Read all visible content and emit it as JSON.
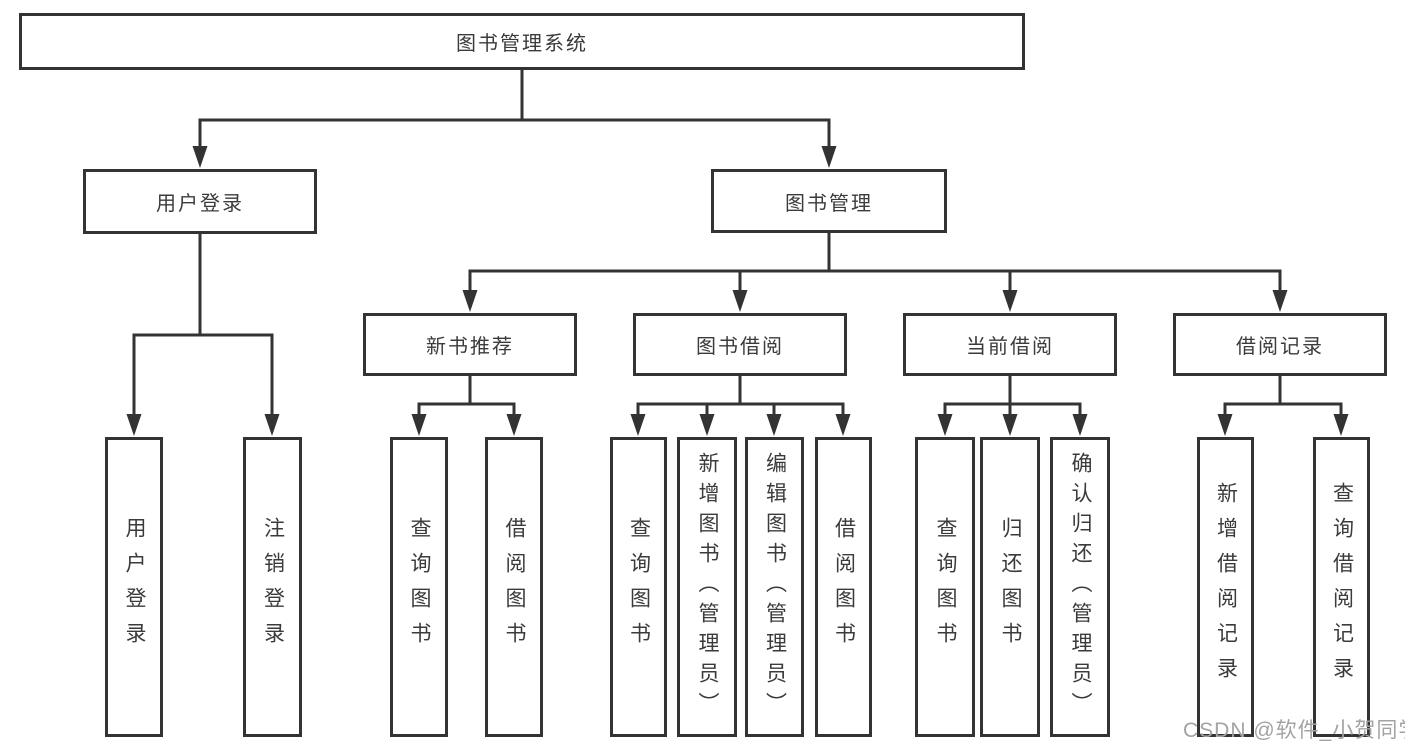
{
  "diagram": {
    "root": {
      "label": "图书管理系统"
    },
    "level2": {
      "userLogin": {
        "label": "用户登录"
      },
      "bookMgmt": {
        "label": "图书管理"
      }
    },
    "level3": {
      "newBookRec": {
        "label": "新书推荐"
      },
      "bookBorrow": {
        "label": "图书借阅"
      },
      "currentBorrow": {
        "label": "当前借阅"
      },
      "borrowRecord": {
        "label": "借阅记录"
      }
    },
    "leaves": {
      "userLogin": {
        "label": "用户登录"
      },
      "logout": {
        "label": "注销登录"
      },
      "recQuery": {
        "label": "查询图书"
      },
      "recBorrow": {
        "label": "借阅图书"
      },
      "borQuery": {
        "label": "查询图书"
      },
      "borAdd": {
        "label": "新增图书（管理员）"
      },
      "borEdit": {
        "label": "编辑图书（管理员）"
      },
      "borBorrow": {
        "label": "借阅图书"
      },
      "curQuery": {
        "label": "查询图书"
      },
      "curReturn": {
        "label": "归还图书"
      },
      "curConfirm": {
        "label": "确认归还（管理员）"
      },
      "recordAdd": {
        "label": "新增借阅记录"
      },
      "recordQuery": {
        "label": "查询借阅记录"
      }
    }
  },
  "watermark": {
    "text": "CSDN @软件_小贺同学"
  },
  "colors": {
    "line": "#333333",
    "text": "#3b3b3b",
    "box_background": "#ffffff",
    "watermark": "#a3a3a3"
  }
}
